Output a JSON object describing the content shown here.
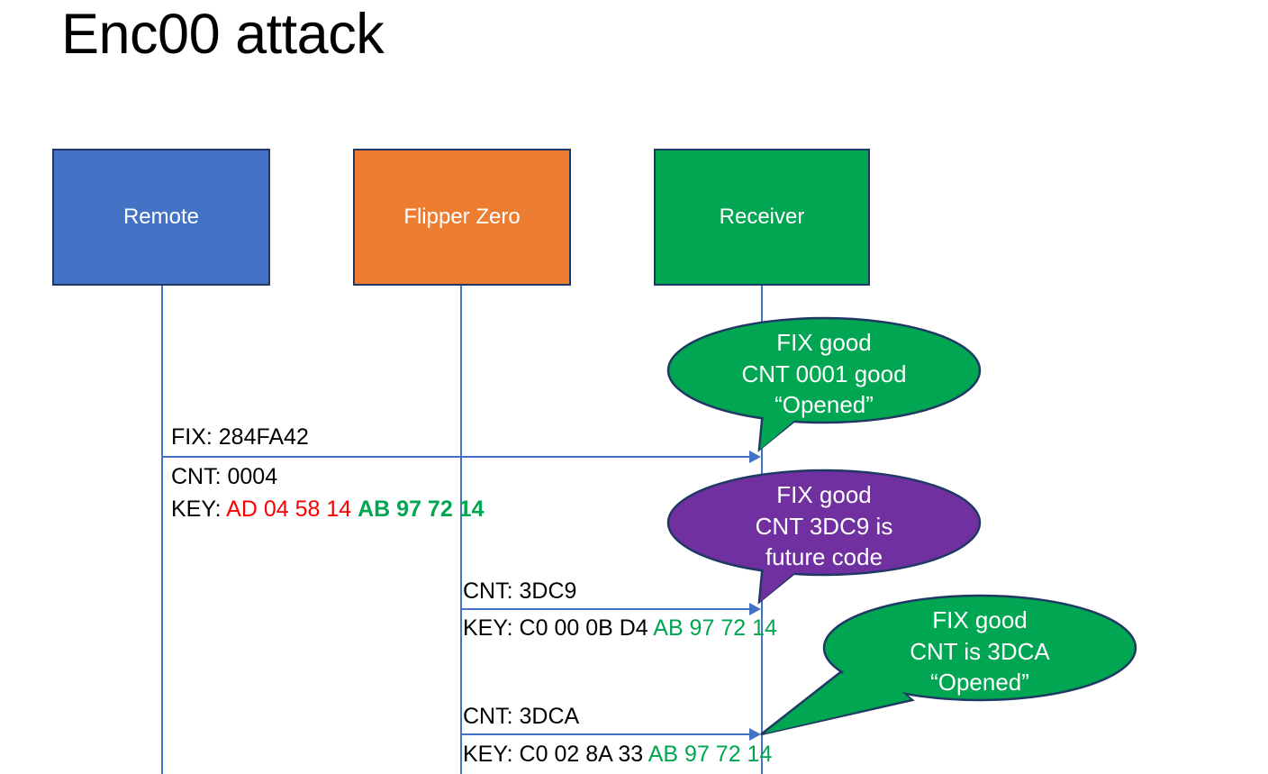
{
  "slide": {
    "title": "Enc00 attack"
  },
  "actors": [
    {
      "name": "remote",
      "label": "Remote",
      "color": "#4472C4"
    },
    {
      "name": "flipper",
      "label": "Flipper Zero",
      "color": "#ED7D31"
    },
    {
      "name": "receiver",
      "label": "Receiver",
      "color": "#00A651"
    }
  ],
  "messages": {
    "m1": {
      "fix": "FIX: 284FA42",
      "cnt": "CNT: 0004",
      "key_prefix": "KEY: ",
      "key_first_half": "AD 04 58 14",
      "key_second_half": "AB 97 72 14"
    },
    "m2": {
      "cnt": "CNT: 3DC9",
      "key_prefix": "KEY: ",
      "key_first_half": "C0 00 0B D4",
      "key_second_half": "AB 97 72 14"
    },
    "m3": {
      "cnt": "CNT: 3DCA",
      "key_prefix": "KEY: ",
      "key_first_half": "C0 02 8A 33",
      "key_second_half": "AB 97 72 14"
    }
  },
  "bubbles": [
    {
      "name": "bubble-first-reply",
      "color": "#00A651",
      "line1": "FIX good",
      "line2": "CNT 0001 good",
      "line3": "“Opened”"
    },
    {
      "name": "bubble-future-code",
      "color": "#7030A0",
      "line1": "FIX good",
      "line2": "CNT 3DC9 is",
      "line3": "future code"
    },
    {
      "name": "bubble-second-reply",
      "color": "#00A651",
      "line1": "FIX good",
      "line2": "CNT is 3DCA",
      "line3": "“Opened”"
    }
  ],
  "colors": {
    "blue": "#4472C4",
    "orange": "#ED7D31",
    "green": "#00A651",
    "purple": "#7030A0",
    "red": "#FF0000",
    "outline": "#1F3864"
  }
}
